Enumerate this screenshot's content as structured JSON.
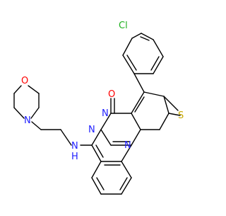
{
  "diagram": {
    "kind": "chemical-structure",
    "atoms": {
      "chlorine": "Cl",
      "carbonyl_oxygen": "O",
      "thiophene_sulfur": "S",
      "ring_nitrogen_upper": "N",
      "ring_nitrogen_lower": "N",
      "bridgehead_nitrogen": "N",
      "amine_nh": "N",
      "amine_h": "H",
      "morpholine_nitrogen": "N",
      "morpholine_oxygen": "O"
    },
    "colors": {
      "bond": "#000000",
      "chlorine": "#1fb01f",
      "oxygen": "#ff0000",
      "sulfur": "#c8a800",
      "nitrogen": "#2020ff"
    }
  }
}
